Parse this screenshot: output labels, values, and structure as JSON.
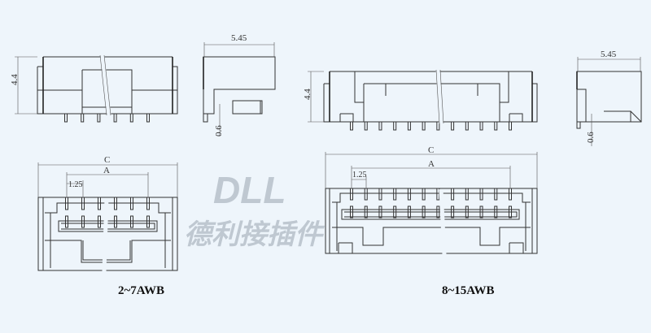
{
  "watermark": {
    "brand": "DLL",
    "chinese": "德利接插件"
  },
  "small_series": {
    "label": "2~7AWB",
    "pin_count_drawn": 6,
    "dims": {
      "height": "4.4",
      "depth": "5.45",
      "pin_length": "0.6",
      "overall": "C",
      "pin_span": "A",
      "pitch": "1.25"
    }
  },
  "large_series": {
    "label": "8~15AWB",
    "pin_count_drawn": 12,
    "dims": {
      "height": "4.4",
      "depth": "5.45",
      "pin_length": "0.6",
      "overall": "C",
      "pin_span": "A",
      "pitch": "1.25"
    }
  }
}
